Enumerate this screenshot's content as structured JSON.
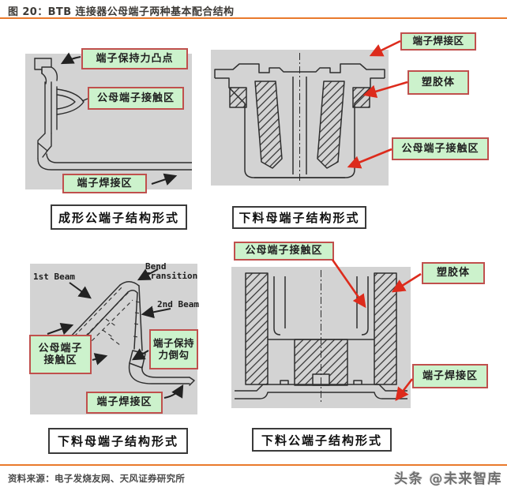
{
  "header": {
    "figure_title": "图 20：BTB 连接器公母端子两种基本配合结构"
  },
  "panels": {
    "formed_male": {
      "caption": "成形公端子结构形式",
      "label_retention_bump": "端子保持力凸点",
      "label_contact_area": "公母端子接触区",
      "label_solder_area": "端子焊接区"
    },
    "blanked_female_section": {
      "caption": "下料母端子结构形式",
      "label_solder_area": "端子焊接区",
      "label_plastic_body": "塑胶体",
      "label_contact_area": "公母端子接触区"
    },
    "blanked_female_3d": {
      "caption": "下料母端子结构形式",
      "label_first_beam": "1st Beam",
      "label_bend_line1": "Bend",
      "label_bend_line2": "Transition",
      "label_second_beam": "2nd Beam",
      "label_contact_line1": "公母端子",
      "label_contact_line2": "接触区",
      "label_retention_line1": "端子保持",
      "label_retention_line2": "力倒勾",
      "label_solder_area": "端子焊接区"
    },
    "blanked_male_section": {
      "caption": "下料公端子结构形式",
      "label_contact_area": "公母端子接触区",
      "label_plastic_body": "塑胶体",
      "label_solder_area": "端子焊接区"
    }
  },
  "footer": {
    "source": "资料来源：电子发烧友网、天风证券研究所",
    "watermark": "头条 @未来智库"
  },
  "colors": {
    "accent_orange": "#E97A2C",
    "label_bg_green": "#CCF2CC",
    "label_border_red": "#C0504D",
    "arrow_red": "#DD2B1C",
    "diagram_bg": "#D3D3D3",
    "line_dark": "#2E2E2E"
  }
}
